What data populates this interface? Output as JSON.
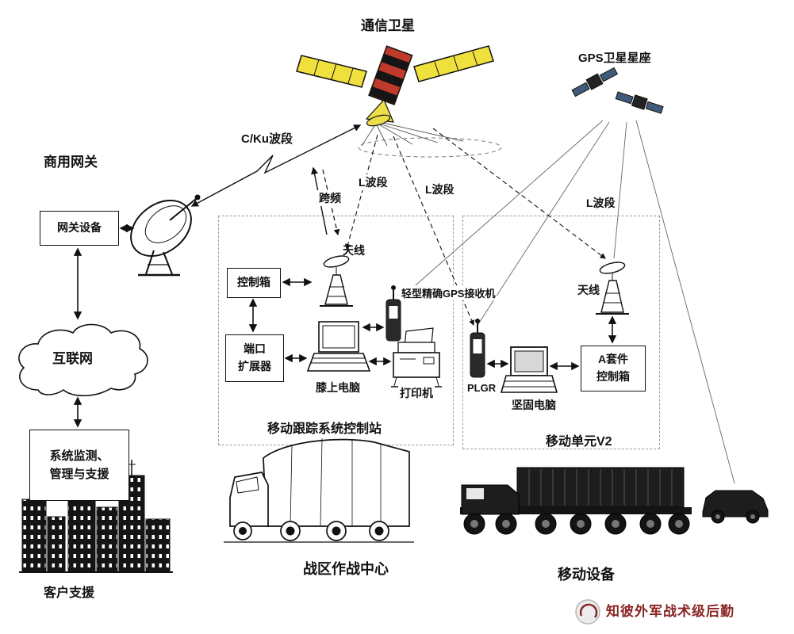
{
  "colors": {
    "line": "#111111",
    "panel_yellow": "#efe03e",
    "body_red": "#c03a2b",
    "watermark_red": "#8a2525",
    "dashed_border": "#9a9a9a"
  },
  "labels": {
    "comm_satellite": "通信卫星",
    "gps_constellation": "GPS卫星星座",
    "commercial_gateway": "商用网关",
    "gateway_equipment": "网关设备",
    "internet": "互联网",
    "system_monitor_line1": "系统监测、",
    "system_monitor_line2": "管理与支援",
    "customer_support": "客户支援",
    "cku_band": "C/Ku波段",
    "cross_freq": "跨频",
    "l_band_1": "L波段",
    "l_band_2": "L波段",
    "l_band_3": "L波段",
    "antenna_1": "天线",
    "antenna_2": "天线",
    "control_box": "控制箱",
    "port_expander_line1": "端口",
    "port_expander_line2": "扩展器",
    "laptop": "膝上电脑",
    "printer": "打印机",
    "gps_receiver": "轻型精确GPS接收机",
    "control_station": "移动跟踪系统控制站",
    "plgr": "PLGR",
    "rugged_computer": "坚固电脑",
    "a_kit_line1": "A套件",
    "a_kit_line2": "控制箱",
    "mobile_unit": "移动单元V2",
    "theater_center": "战区作战中心",
    "mobile_equipment": "移动设备",
    "watermark": "知彼外军战术级后勤"
  }
}
